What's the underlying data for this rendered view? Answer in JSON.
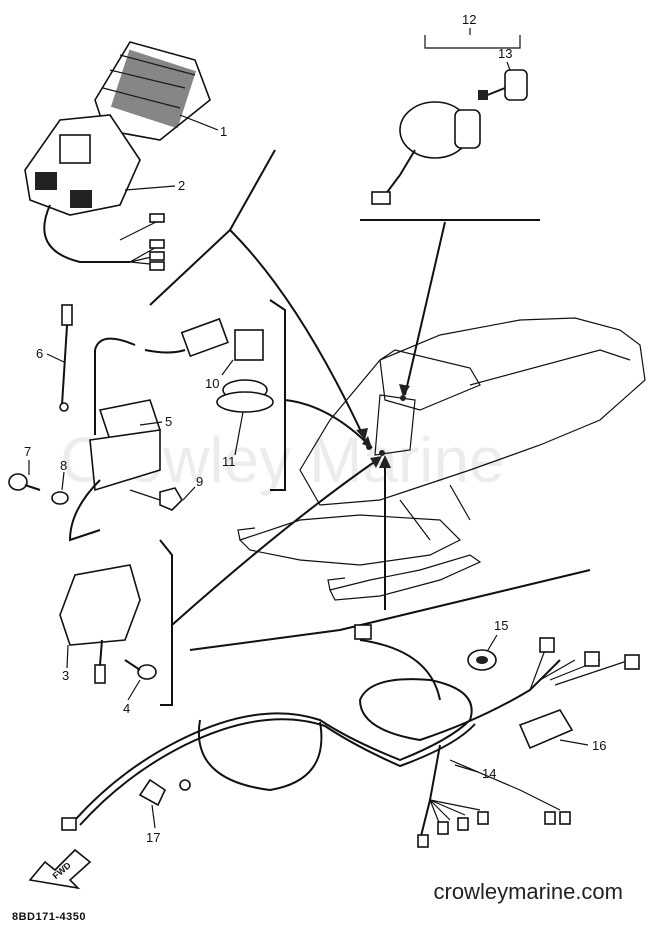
{
  "watermark": "Crowley Marine",
  "website": "crowleymarine.com",
  "diagram_code": "8BD171-4350",
  "fwd_label": "FWD",
  "callouts": [
    "1",
    "2",
    "3",
    "4",
    "5",
    "6",
    "7",
    "8",
    "9",
    "10",
    "11",
    "12",
    "13",
    "14",
    "15",
    "16",
    "17"
  ]
}
